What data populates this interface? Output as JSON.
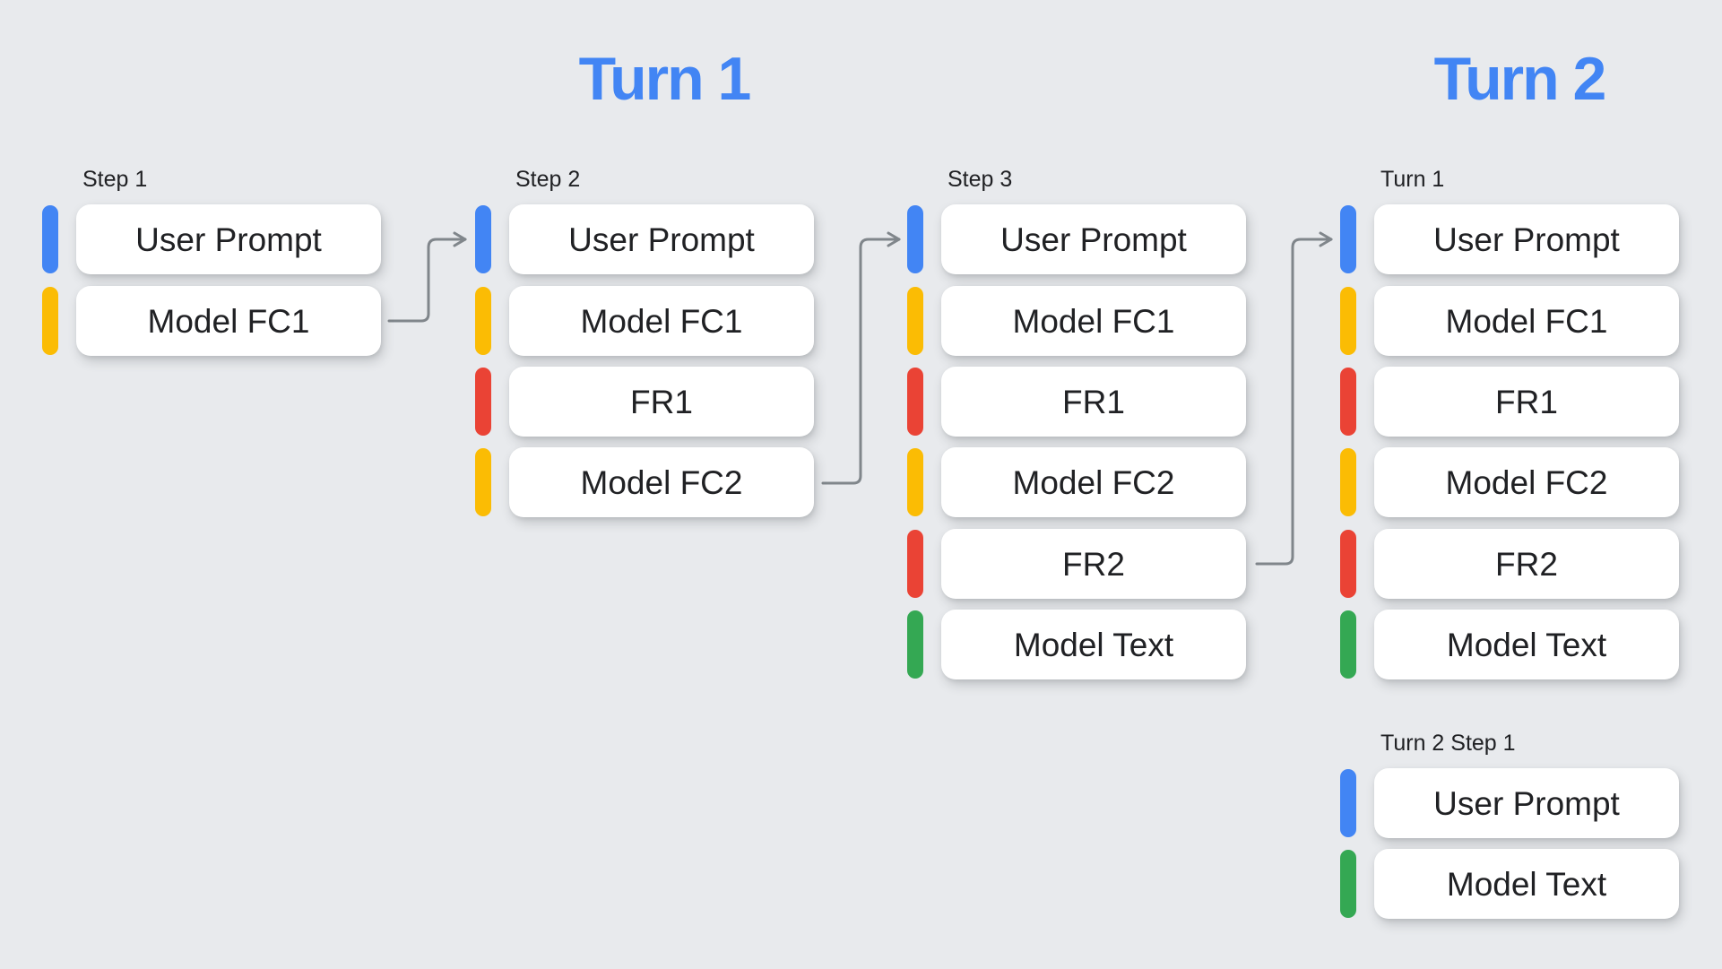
{
  "colors": {
    "page_background": "#E8EAED",
    "card_background": "#FFFFFF",
    "text": "#202124",
    "title": "#4285F4",
    "arrow": "#80868B",
    "user_prompt": "#4285F4",
    "model_function_call": "#FBBC04",
    "function_response": "#EA4335",
    "model_text": "#34A853"
  },
  "titles": [
    {
      "label": "Turn 1"
    },
    {
      "label": "Turn 2"
    }
  ],
  "groups": [
    {
      "label": "Step 1",
      "rows": [
        {
          "label": "User Prompt",
          "type": "user_prompt"
        },
        {
          "label": "Model FC1",
          "type": "model_function_call"
        }
      ]
    },
    {
      "label": "Step 2",
      "rows": [
        {
          "label": "User Prompt",
          "type": "user_prompt"
        },
        {
          "label": "Model FC1",
          "type": "model_function_call"
        },
        {
          "label": "FR1",
          "type": "function_response"
        },
        {
          "label": "Model FC2",
          "type": "model_function_call"
        }
      ]
    },
    {
      "label": "Step 3",
      "rows": [
        {
          "label": "User Prompt",
          "type": "user_prompt"
        },
        {
          "label": "Model FC1",
          "type": "model_function_call"
        },
        {
          "label": "FR1",
          "type": "function_response"
        },
        {
          "label": "Model FC2",
          "type": "model_function_call"
        },
        {
          "label": "FR2",
          "type": "function_response"
        },
        {
          "label": "Model Text",
          "type": "model_text"
        }
      ]
    },
    {
      "label": "Turn 1",
      "rows": [
        {
          "label": "User Prompt",
          "type": "user_prompt"
        },
        {
          "label": "Model FC1",
          "type": "model_function_call"
        },
        {
          "label": "FR1",
          "type": "function_response"
        },
        {
          "label": "Model FC2",
          "type": "model_function_call"
        },
        {
          "label": "FR2",
          "type": "function_response"
        },
        {
          "label": "Model Text",
          "type": "model_text"
        }
      ]
    },
    {
      "label": "Turn 2 Step 1",
      "rows": [
        {
          "label": "User Prompt",
          "type": "user_prompt"
        },
        {
          "label": "Model Text",
          "type": "model_text"
        }
      ]
    }
  ],
  "arrows": [
    {
      "from": "Step 1 / Model FC1",
      "to": "Step 2 / User Prompt"
    },
    {
      "from": "Step 2 / Model FC2",
      "to": "Step 3 / User Prompt"
    },
    {
      "from": "Step 3 / FR2",
      "to": "Turn 1 / User Prompt"
    }
  ]
}
